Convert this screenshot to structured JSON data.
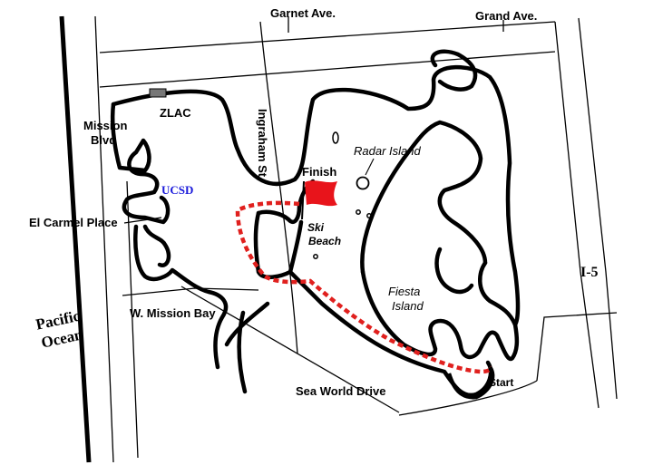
{
  "map": {
    "streets": {
      "garnet": "Garnet Ave.",
      "grand": "Grand Ave.",
      "ingraham": "Ingraham St",
      "mission_blvd_1": "Mission",
      "mission_blvd_2": "Blvd",
      "el_carmel": "El Carmel Place",
      "w_mission_bay": "W. Mission Bay",
      "sea_world": "Sea World Drive",
      "i5": "I-5"
    },
    "places": {
      "zlac": "ZLAC",
      "ucsd": "UCSD",
      "finish": "Finish",
      "ski_beach_1": "Ski",
      "ski_beach_2": "Beach",
      "radar_island": "Radar Island",
      "fiesta_1": "Fiesta",
      "fiesta_2": "Island",
      "start": "Start",
      "ocean_1": "Pacific",
      "ocean_2": "Ocean"
    },
    "colors": {
      "route": "#e0201e",
      "flag": "#e8141b",
      "ucsd": "#1a1adb",
      "line": "#000000"
    }
  }
}
